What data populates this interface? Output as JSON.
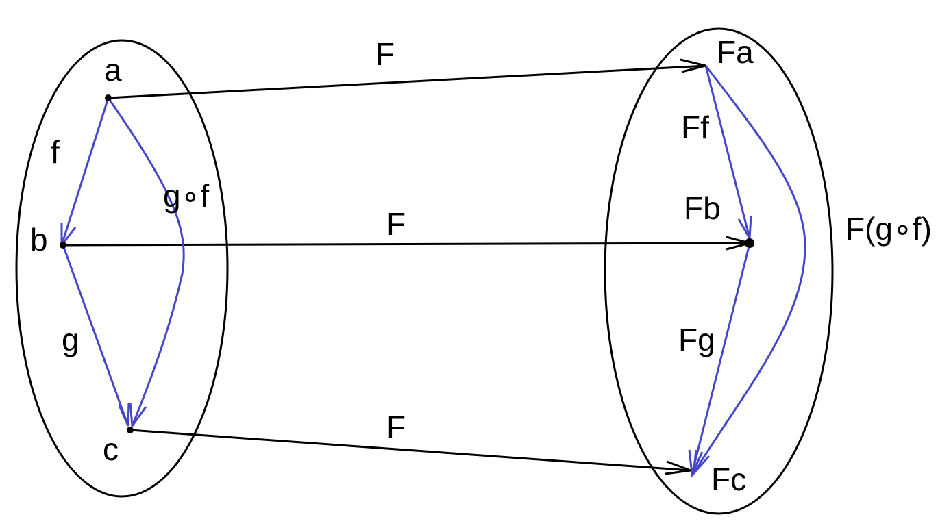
{
  "colors": {
    "line": "#000000",
    "morphism": "#4646c8",
    "background": "#ffffff"
  },
  "source_category": {
    "objects": [
      "a",
      "b",
      "c"
    ],
    "morphisms": {
      "f": "f",
      "g": "g",
      "composite": "g∘f"
    }
  },
  "functor": {
    "name": "F",
    "arrow_labels": [
      "F",
      "F",
      "F"
    ]
  },
  "target_category": {
    "objects": [
      "Fa",
      "Fb",
      "Fc"
    ],
    "morphisms": {
      "Ff": "Ff",
      "Fg": "Fg",
      "composite": "F(g∘f)"
    }
  }
}
